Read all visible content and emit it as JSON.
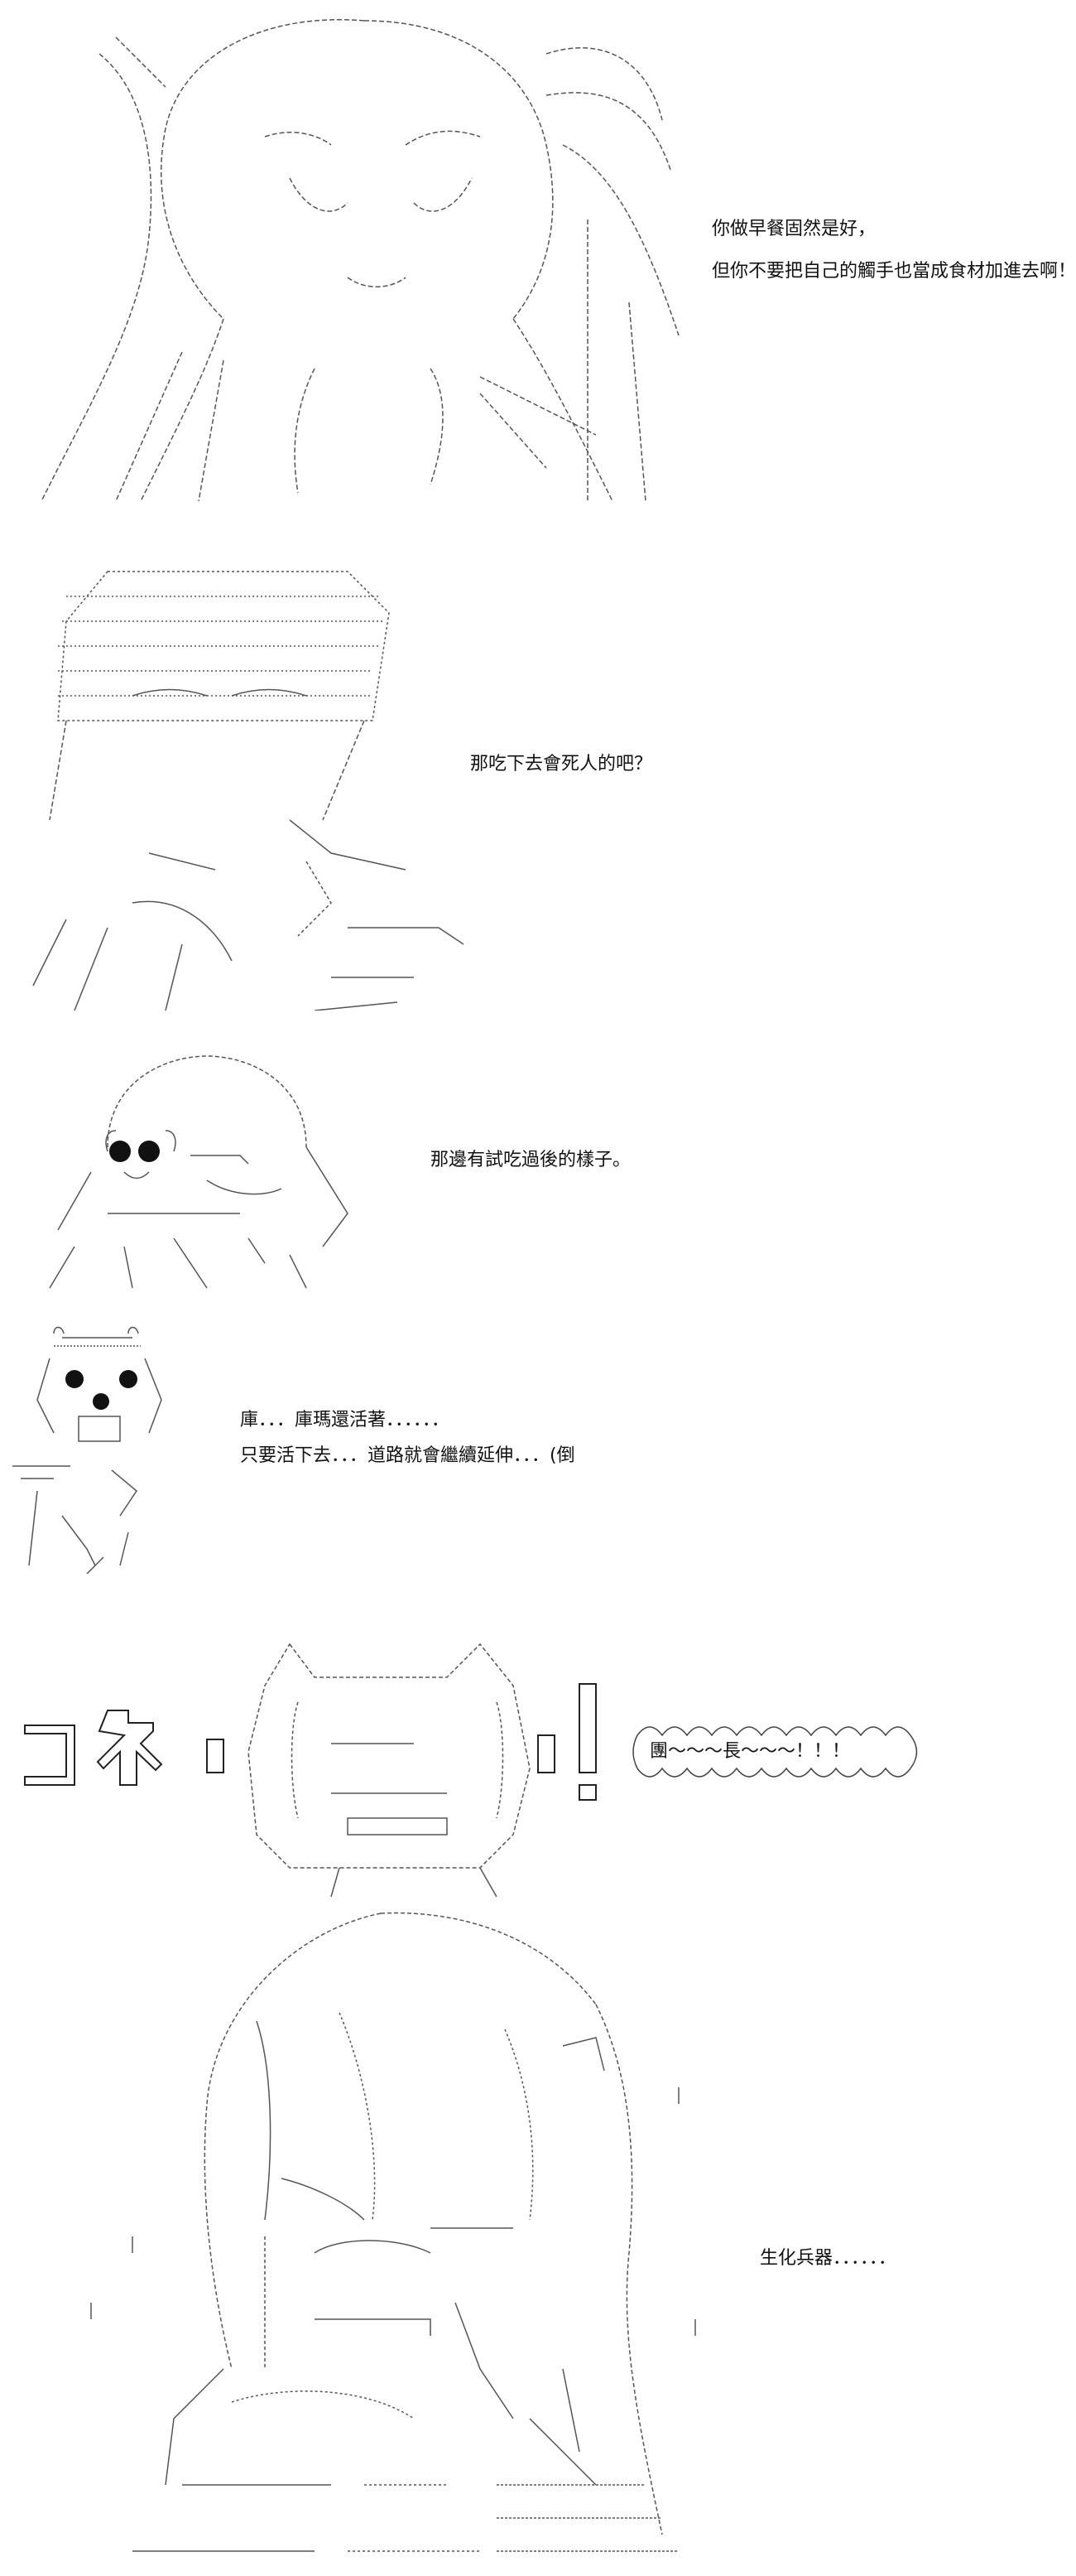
{
  "panels": [
    {
      "id": "panel-1",
      "lines": [
        "你做早餐固然是好，",
        "但你不要把自己的觸手也當成食材加進去啊！"
      ]
    },
    {
      "id": "panel-2",
      "lines": [
        "那吃下去會死人的吧？"
      ]
    },
    {
      "id": "panel-3",
      "lines": [
        "那邊有試吃過後的樣子。"
      ]
    },
    {
      "id": "panel-4",
      "lines": [
        "庫．．．庫瑪還活著．．．．．．",
        "只要活下去．．．道路就會繼續延伸．．．(倒"
      ]
    },
    {
      "id": "panel-5",
      "lines": [
        "團～～～長～～～！！！"
      ]
    },
    {
      "id": "panel-6",
      "lines": [
        "生化兵器．．．．．．"
      ]
    }
  ],
  "colors": {
    "ink": "#111111",
    "line_art": "#555555",
    "background": "#ffffff"
  }
}
